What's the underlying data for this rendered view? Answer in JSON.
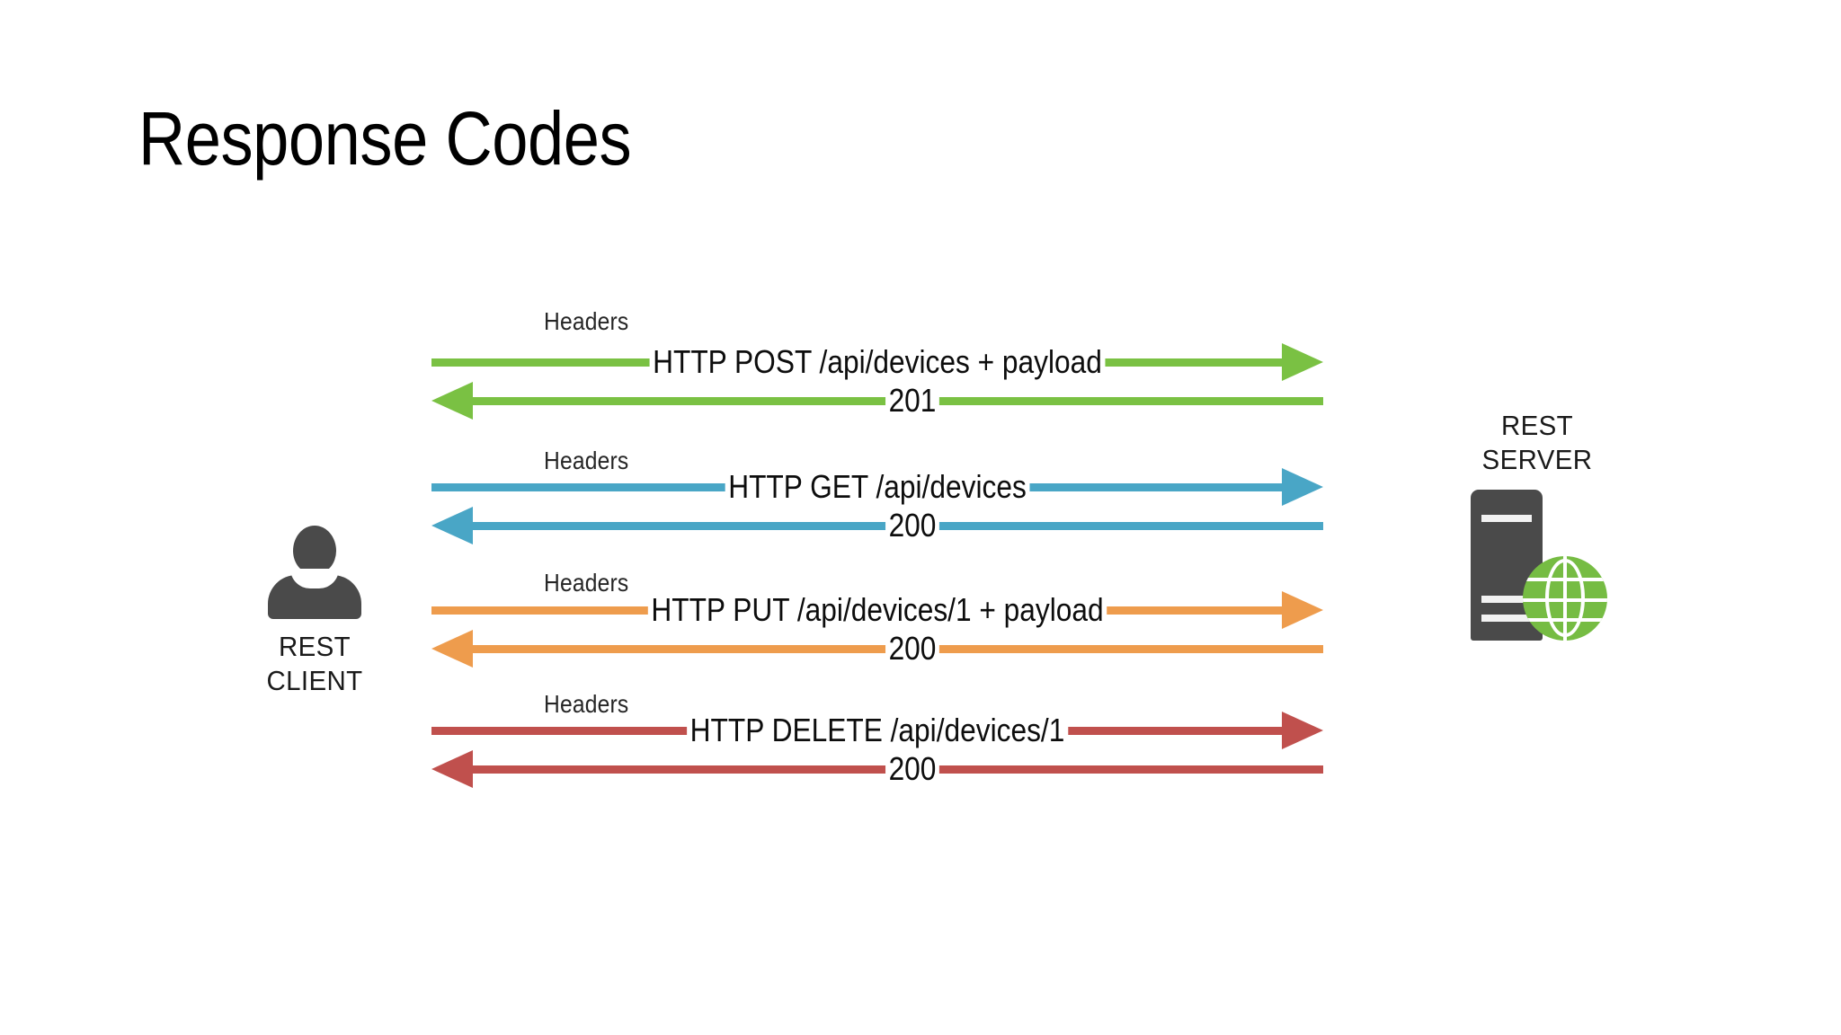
{
  "slide": {
    "title": "Response Codes",
    "background_color": "#ffffff"
  },
  "actors": {
    "client": {
      "icon": "person-icon",
      "label_line1": "REST",
      "label_line2": "CLIENT",
      "color": "#4a4a4a"
    },
    "server": {
      "icon": "server-globe-icon",
      "label_line1": "REST",
      "label_line2": "SERVER",
      "color": "#4a4a4a",
      "globe_color": "#76bc43"
    }
  },
  "chart_data": {
    "type": "diagram",
    "diagram_kind": "sequence",
    "title": "Response Codes",
    "participants": [
      "REST CLIENT",
      "REST SERVER"
    ],
    "exchanges": [
      {
        "headers_label": "Headers",
        "color": "#7ac143",
        "request": {
          "label": "HTTP POST /api/devices + payload",
          "direction": "client-to-server",
          "method": "POST",
          "path": "/api/devices",
          "has_payload": true
        },
        "response": {
          "label": "201",
          "direction": "server-to-client",
          "status_code": "201"
        }
      },
      {
        "headers_label": "Headers",
        "color": "#49a6c6",
        "request": {
          "label": "HTTP GET /api/devices",
          "direction": "client-to-server",
          "method": "GET",
          "path": "/api/devices",
          "has_payload": false
        },
        "response": {
          "label": "200",
          "direction": "server-to-client",
          "status_code": "200"
        }
      },
      {
        "headers_label": "Headers",
        "color": "#ee9c4d",
        "request": {
          "label": "HTTP PUT /api/devices/1 + payload",
          "direction": "client-to-server",
          "method": "PUT",
          "path": "/api/devices/1",
          "has_payload": true
        },
        "response": {
          "label": "200",
          "direction": "server-to-client",
          "status_code": "200"
        }
      },
      {
        "headers_label": "Headers",
        "color": "#c0504d",
        "request": {
          "label": "HTTP DELETE /api/devices/1",
          "direction": "client-to-server",
          "method": "DELETE",
          "path": "/api/devices/1",
          "has_payload": false
        },
        "response": {
          "label": "200",
          "direction": "server-to-client",
          "status_code": "200"
        }
      }
    ]
  }
}
